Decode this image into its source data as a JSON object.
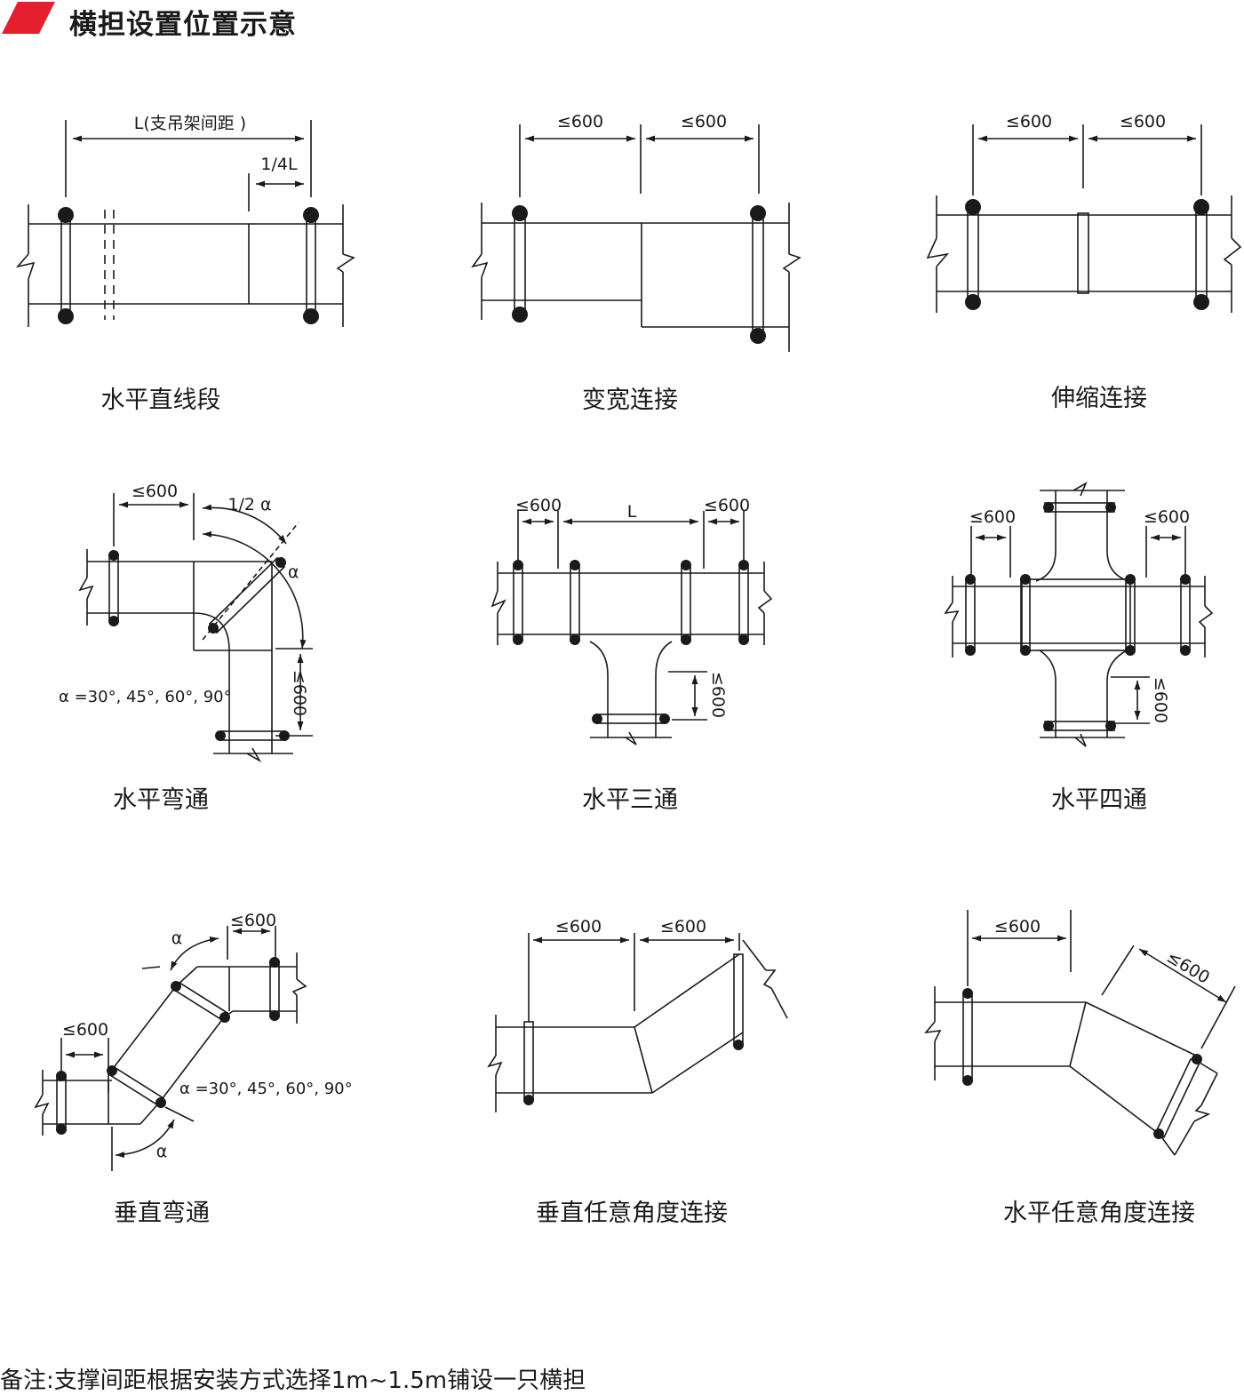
{
  "title": "横担设置位置示意",
  "note": "备注:支撑间距根据安装方式选择1m~1.5m铺设一只横担",
  "accent_color": "#e5202e",
  "icons": {
    "title_mark": "red-parallelogram-icon"
  },
  "panels": [
    {
      "caption": "水平直线段",
      "labels": {
        "span": "L(支吊架间距 )",
        "quarter": "1/4L"
      }
    },
    {
      "caption": "变宽连接",
      "labels": {
        "d1": "≤600",
        "d2": "≤600"
      }
    },
    {
      "caption": "伸缩连接",
      "labels": {
        "d1": "≤600",
        "d2": "≤600"
      }
    },
    {
      "caption": "水平弯通",
      "labels": {
        "d1": "≤600",
        "half_alpha": "1/2 α",
        "alpha": "α",
        "angles": "α =30°, 45°, 60°, 90°",
        "d2": "≤600"
      }
    },
    {
      "caption": "水平三通",
      "labels": {
        "d1": "≤600",
        "L": "L",
        "d2": "≤600",
        "d3": "≤600"
      }
    },
    {
      "caption": "水平四通",
      "labels": {
        "d1": "≤600",
        "d2": "≤600",
        "d3": "≤600"
      }
    },
    {
      "caption": "垂直弯通",
      "labels": {
        "d1": "≤600",
        "d2": "≤600",
        "alpha_top": "α",
        "alpha_bottom": "α",
        "angles": "α =30°, 45°, 60°, 90°"
      }
    },
    {
      "caption": "垂直任意角度连接",
      "labels": {
        "d1": "≤600",
        "d2": "≤600"
      }
    },
    {
      "caption": "水平任意角度连接",
      "labels": {
        "d1": "≤600",
        "d2": "≤600"
      }
    }
  ]
}
